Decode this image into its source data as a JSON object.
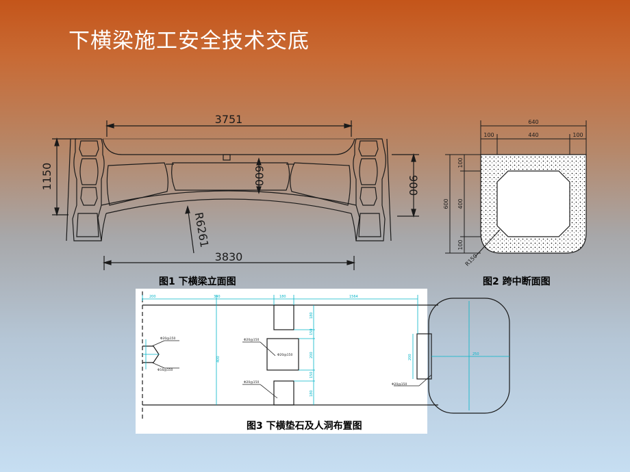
{
  "slide": {
    "title": "下横梁施工安全技术交底",
    "colors": {
      "top": "#c5561a",
      "middle": "#a3a8ad",
      "bottom": "#c4dcf0",
      "line": "#1a1a1a",
      "cad_cyan": "#00b4c8",
      "hatch": "#000000"
    }
  },
  "figure1": {
    "caption": "图1  下横梁立面图",
    "dims": {
      "top_width": "3751",
      "bottom_width": "3830",
      "left_height": "1150",
      "right_height": "900",
      "center_height": "600",
      "radius": "R6261"
    }
  },
  "figure2": {
    "caption": "图2  跨中断面图",
    "dims": {
      "overall_width": "640",
      "inner_width": "440",
      "left_wall": "100",
      "right_wall": "100",
      "total_height": "600",
      "top_slab": "100",
      "inner_height": "400",
      "bottom_slab": "100",
      "fillet": "R150"
    }
  },
  "figure3": {
    "caption": "图3  下横垫石及人洞布置图",
    "dims": [
      "200",
      "340",
      "180",
      "1564",
      "180",
      "150",
      "200",
      "150",
      "180",
      "400",
      "250",
      "200"
    ],
    "labels": [
      "Φ20@150",
      "Φ16@150",
      "Φ20@150",
      "Φ20@150",
      "Φ20@150",
      "Φ20@150"
    ]
  }
}
